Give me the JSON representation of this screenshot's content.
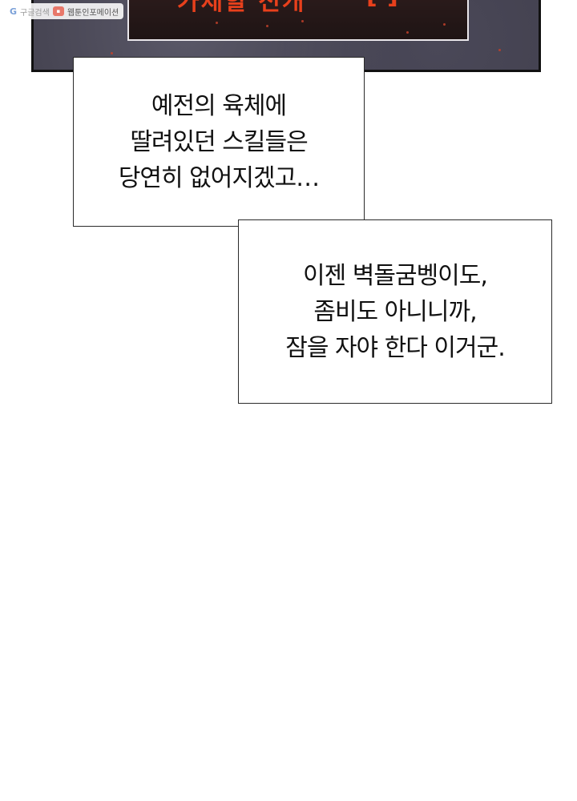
{
  "watermark": {
    "google_label": "구글검색",
    "site_label": "웹툰인포메이션",
    "colors": {
      "google": "#7aa0d8",
      "webtoon_badge": "#e8786a"
    }
  },
  "top_panel": {
    "status_text": "가제할 전개",
    "status_bracket": "[-]",
    "colors": {
      "status_text": "#e8401c",
      "window_border": "#e9e6ea",
      "background": "#3f3d4a"
    }
  },
  "captions": [
    {
      "lines": [
        "예전의 육체에",
        "딸려있던 스킬들은",
        "당연히 없어지겠고…"
      ]
    },
    {
      "lines": [
        "이젠 벽돌굼벵이도,",
        "좀비도 아니니까,",
        "잠을 자야 한다 이거군."
      ]
    }
  ]
}
